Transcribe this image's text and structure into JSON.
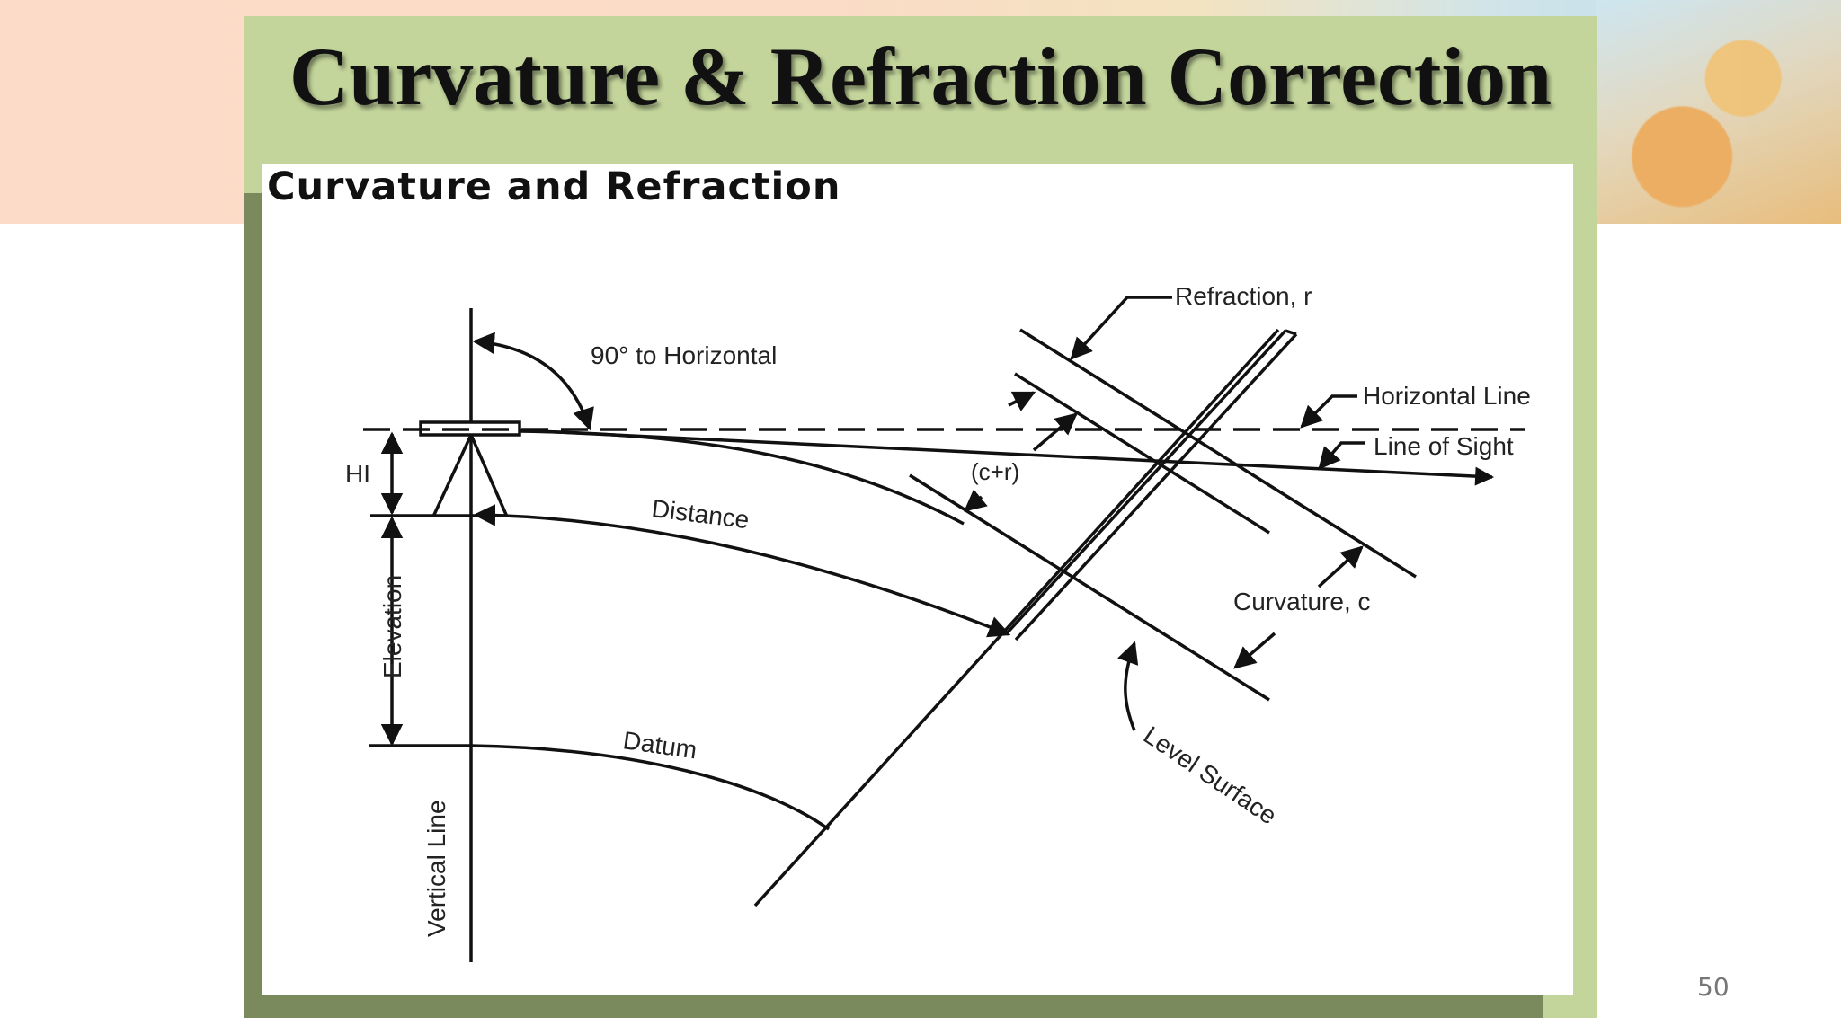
{
  "slide": {
    "title": "Curvature  & Refraction Correction",
    "page_number": "50"
  },
  "diagram": {
    "heading": "Curvature and Refraction",
    "labels": {
      "refraction": "Refraction, r",
      "ninety_to_horizontal": "90° to Horizontal",
      "horizontal_line": "Horizontal Line",
      "line_of_sight": "Line of Sight",
      "hi": "HI",
      "c_plus_r": "(c+r)",
      "distance": "Distance",
      "curvature": "Curvature, c",
      "elevation": "Elevation",
      "datum": "Datum",
      "level_surface": "Level Surface",
      "vertical_line": "Vertical Line"
    }
  },
  "colors": {
    "frame": "#c3d59b",
    "frame_shadow": "#7b8a5c",
    "panel": "#ffffff",
    "ink": "#111111"
  }
}
